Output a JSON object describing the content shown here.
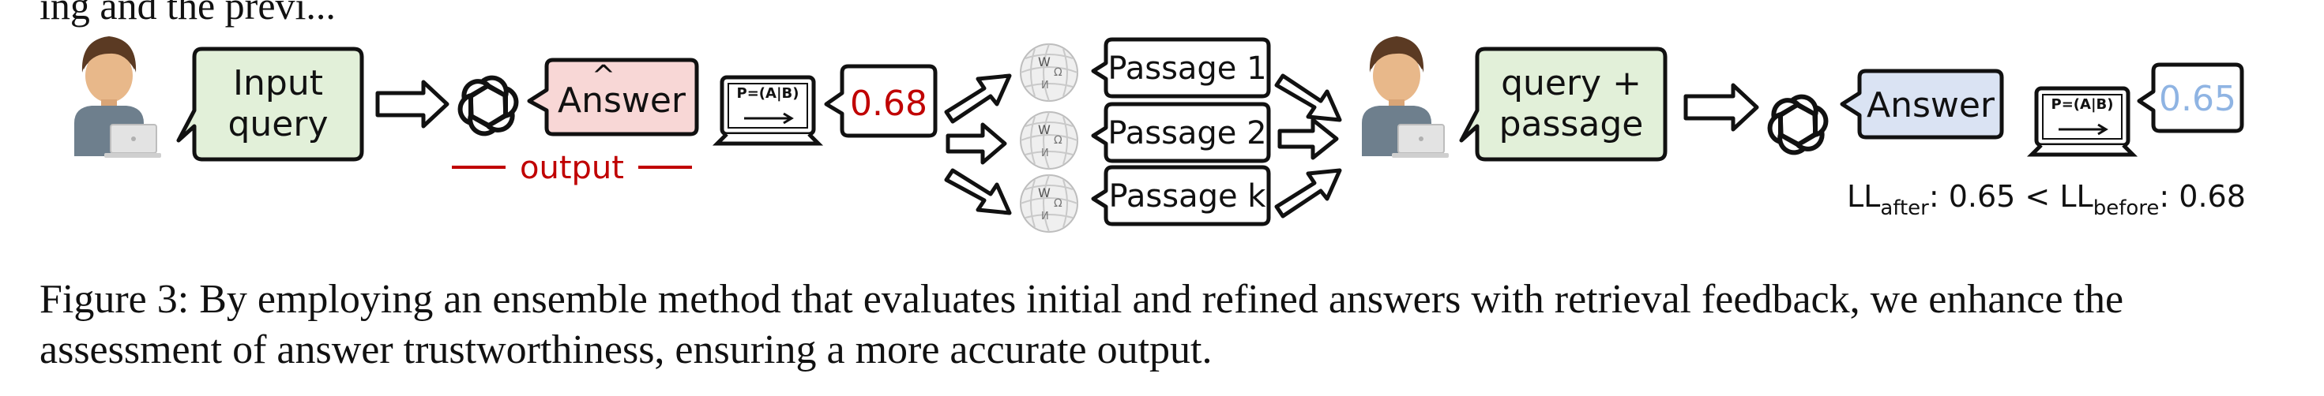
{
  "top_partial_text": "ing and the previ...",
  "figure": {
    "stage1": {
      "input_query": [
        "Input",
        "query"
      ],
      "answer": "Answer",
      "answer_hat": "^",
      "output_label": "output",
      "prob_label": "P=(A|B)",
      "score": "0.68"
    },
    "passages": [
      "Passage 1",
      "Passage 2",
      "Passage k"
    ],
    "stage2": {
      "query_passage": [
        "query +",
        "passage"
      ],
      "answer": "Answer",
      "prob_label": "P=(A|B)",
      "score": "0.65"
    },
    "comparison": {
      "ll_after_main": "LL",
      "ll_after_sub": "after",
      "ll_after_value": ": 0.65 < ",
      "ll_before_main": "LL",
      "ll_before_sub": "before",
      "ll_before_value": ": 0.68"
    },
    "colors": {
      "green_fill": "#e2f0d9",
      "red_fill": "#f8d7d6",
      "blue_fill": "#dae3f3",
      "red_text": "#c00000",
      "blue_text": "#8fb4e3",
      "skin": "#e8b88a",
      "shirt": "#6e7f8d",
      "hair": "#5b3a23"
    }
  },
  "caption": {
    "label": "Figure 3:",
    "text": " By employing an ensemble method that evaluates initial and refined answers with retrieval feedback, we enhance the assessment of answer trustworthiness, ensuring a more accurate output."
  }
}
